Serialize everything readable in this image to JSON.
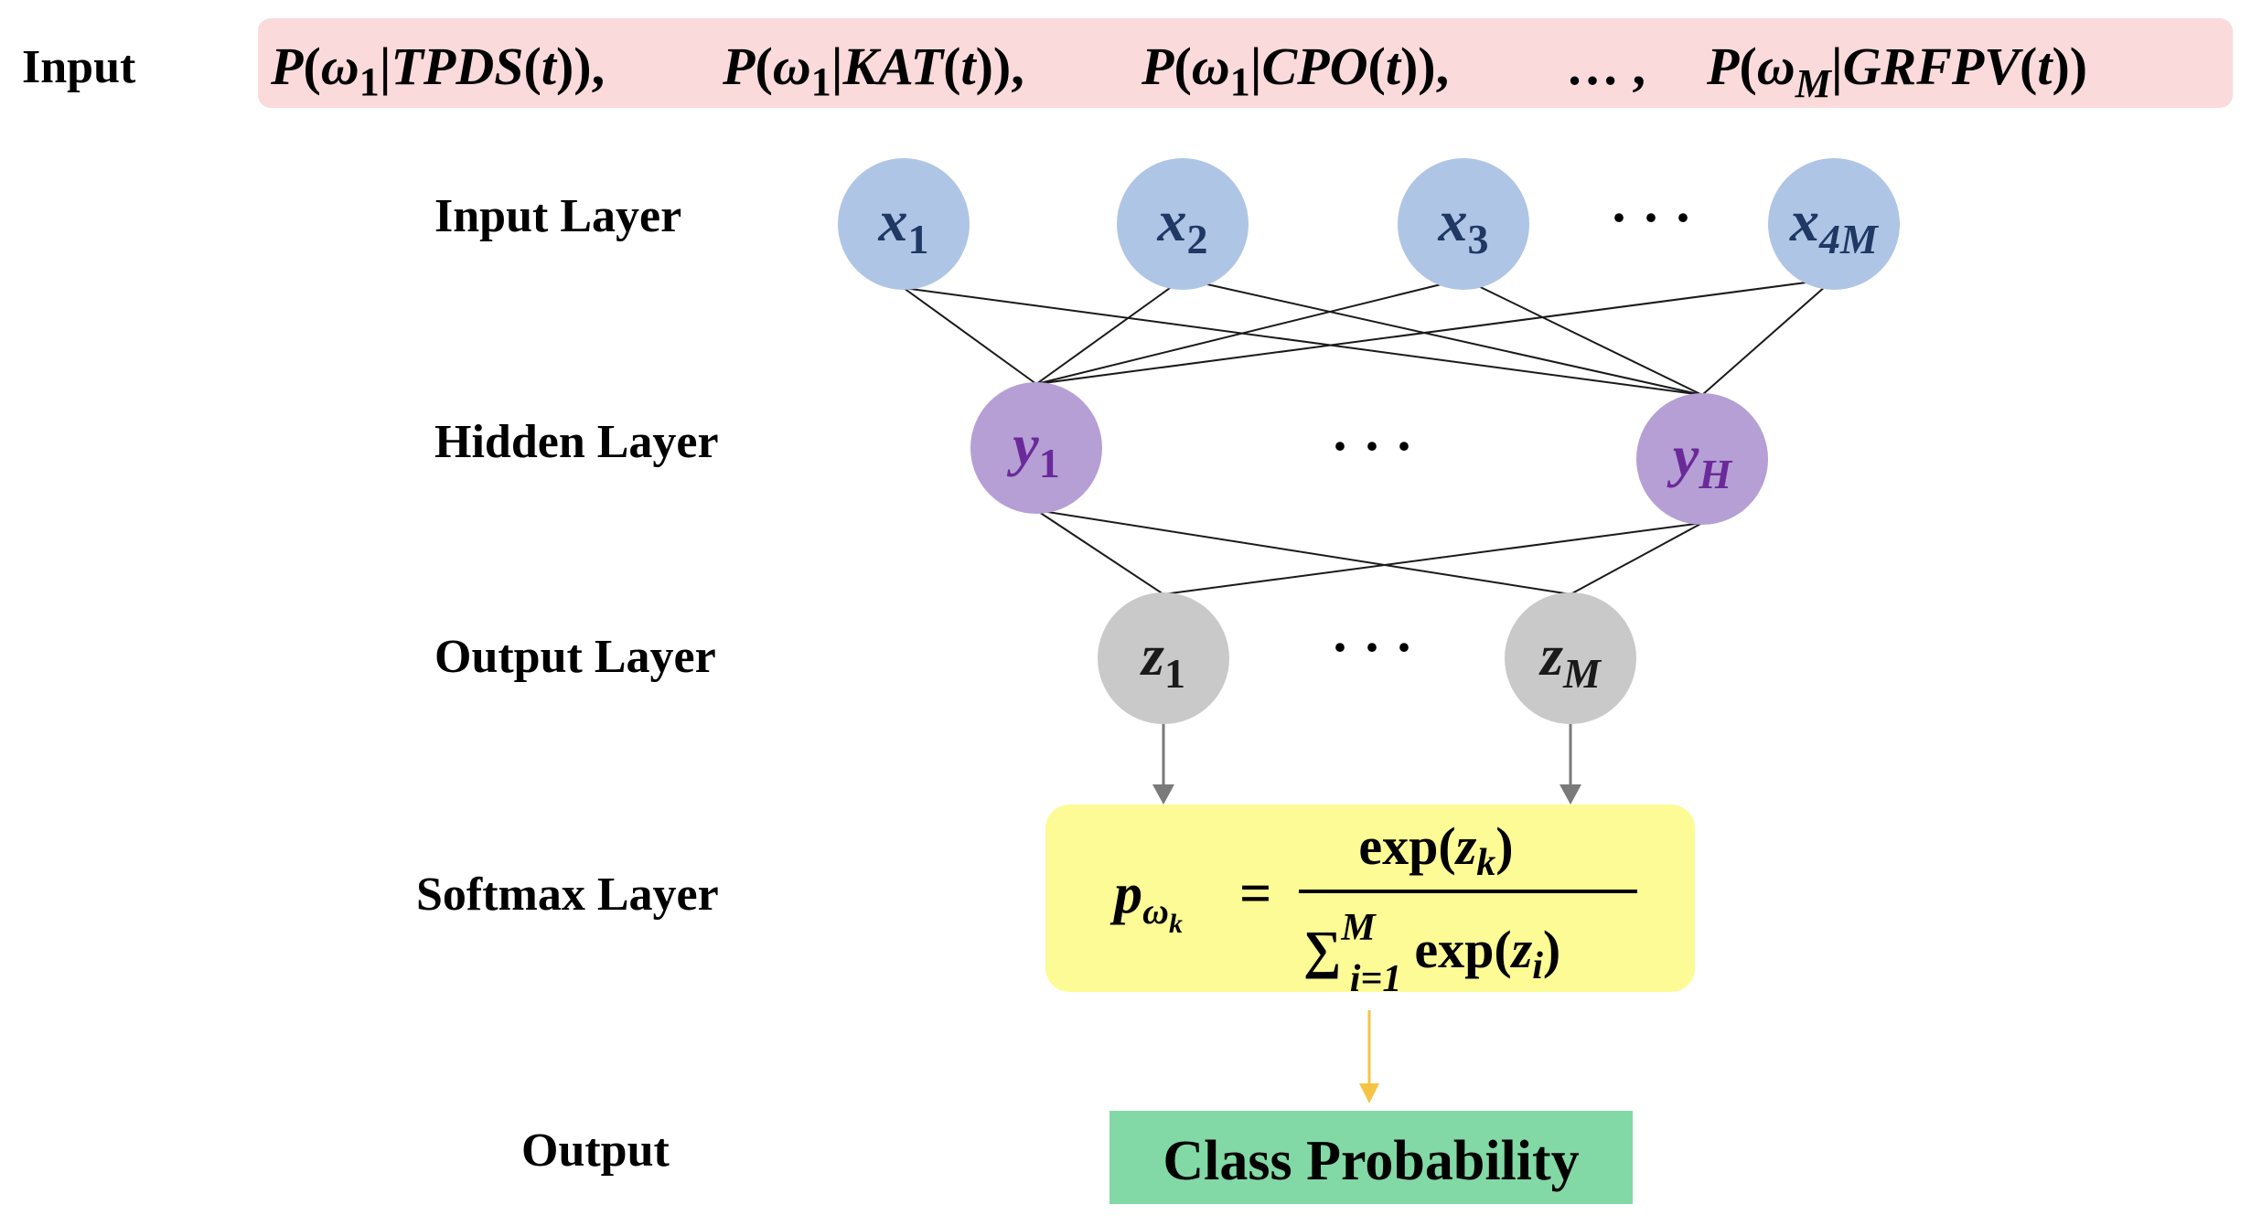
{
  "labels": {
    "input": "Input",
    "input_layer": "Input Layer",
    "hidden_layer": "Hidden Layer",
    "output_layer": "Output Layer",
    "softmax_layer": "Softmax Layer",
    "output": "Output"
  },
  "input_banner": {
    "items": [
      {
        "omega": "ω",
        "omega_sub": "1",
        "feature": "TPDS"
      },
      {
        "omega": "ω",
        "omega_sub": "1",
        "feature": "KAT"
      },
      {
        "omega": "ω",
        "omega_sub": "1",
        "feature": "CPO"
      },
      {
        "omega": "ω",
        "omega_sub": "M",
        "feature": "GRFPV"
      }
    ],
    "ellipsis": "…",
    "prob_symbol": "P",
    "time_var": "t",
    "background": "#fadadb"
  },
  "input_nodes": [
    {
      "base": "x",
      "sub": "1"
    },
    {
      "base": "x",
      "sub": "2"
    },
    {
      "base": "x",
      "sub": "3"
    },
    {
      "base": "x",
      "sub": "4M"
    }
  ],
  "input_ellipsis": "· · ·",
  "hidden_nodes": [
    {
      "base": "y",
      "sub": "1"
    },
    {
      "base": "y",
      "sub": "H"
    }
  ],
  "hidden_ellipsis": "· · ·",
  "output_nodes": [
    {
      "base": "z",
      "sub": "1"
    },
    {
      "base": "z",
      "sub": "M"
    }
  ],
  "output_ellipsis": "· · ·",
  "softmax": {
    "lhs_base": "p",
    "lhs_sub_base": "ω",
    "lhs_sub_sub": "k",
    "equals": "=",
    "num_func": "exp(",
    "num_var": "z",
    "num_var_sub": "k",
    "num_close": ")",
    "den_sum": "∑",
    "den_sum_sub": "i=1",
    "den_sum_sup": "M",
    "den_func": "exp(",
    "den_var": "z",
    "den_var_sub": "i",
    "den_close": ")",
    "background": "#fdfb95"
  },
  "output_box": {
    "label": "Class Probability",
    "background": "#82d9a5"
  },
  "colors": {
    "input_node_fill": "#afc5e5",
    "input_node_text": "#1f3864",
    "hidden_node_fill": "#b69fd4",
    "hidden_node_text": "#6a2a9a",
    "output_node_fill": "#c9c9c9",
    "output_node_text": "#1a1a1a",
    "arrow_gray": "#7a7a7a",
    "arrow_gold": "#f6c445",
    "edge": "#1a1a1a"
  }
}
